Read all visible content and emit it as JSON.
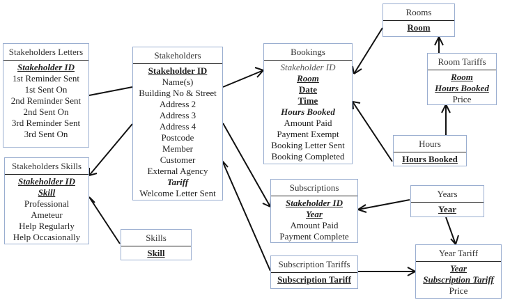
{
  "entities": {
    "stakeholders_letters": {
      "title": "Stakeholders Letters",
      "fields": [
        {
          "text": "Stakeholder ID",
          "style": "pk fk ul"
        },
        {
          "text": "1st Reminder Sent",
          "style": ""
        },
        {
          "text": "1st Sent On",
          "style": ""
        },
        {
          "text": "2nd Reminder Sent",
          "style": ""
        },
        {
          "text": "2nd Sent On",
          "style": ""
        },
        {
          "text": "3rd Reminder Sent",
          "style": ""
        },
        {
          "text": "3rd Sent On",
          "style": ""
        }
      ]
    },
    "stakeholders": {
      "title": "Stakeholders",
      "fields": [
        {
          "text": "Stakeholder ID",
          "style": "pk ul"
        },
        {
          "text": "Name(s)",
          "style": ""
        },
        {
          "text": "Building No & Street",
          "style": ""
        },
        {
          "text": "Address 2",
          "style": ""
        },
        {
          "text": "Address 3",
          "style": ""
        },
        {
          "text": "Address 4",
          "style": ""
        },
        {
          "text": "Postcode",
          "style": ""
        },
        {
          "text": "Member",
          "style": ""
        },
        {
          "text": "Customer",
          "style": ""
        },
        {
          "text": "External Agency",
          "style": ""
        },
        {
          "text": "Tariff",
          "style": "pk fk"
        },
        {
          "text": "Welcome Letter Sent",
          "style": ""
        }
      ]
    },
    "bookings": {
      "title": "Bookings",
      "fields": [
        {
          "text": "Stakeholder ID",
          "style": "fk muted"
        },
        {
          "text": "Room",
          "style": "pk fk ul"
        },
        {
          "text": "Date",
          "style": "pk ul"
        },
        {
          "text": "Time",
          "style": "pk ul"
        },
        {
          "text": "Hours Booked",
          "style": "pk fk"
        },
        {
          "text": "Amount Paid",
          "style": ""
        },
        {
          "text": "Payment Exempt",
          "style": ""
        },
        {
          "text": "Booking Letter Sent",
          "style": ""
        },
        {
          "text": "Booking Completed",
          "style": ""
        }
      ]
    },
    "rooms": {
      "title": "Rooms",
      "fields": [
        {
          "text": "Room",
          "style": "pk ul"
        }
      ]
    },
    "room_tariffs": {
      "title": "Room Tariffs",
      "fields": [
        {
          "text": "Room",
          "style": "pk fk ul"
        },
        {
          "text": "Hours Booked",
          "style": "pk fk ul"
        },
        {
          "text": "Price",
          "style": ""
        }
      ]
    },
    "hours": {
      "title": "Hours",
      "fields": [
        {
          "text": "Hours Booked",
          "style": "pk ul"
        }
      ]
    },
    "stakeholders_skills": {
      "title": "Stakeholders Skills",
      "fields": [
        {
          "text": "Stakeholder ID",
          "style": "pk fk ul"
        },
        {
          "text": "Skill",
          "style": "pk fk ul"
        },
        {
          "text": "Professional",
          "style": ""
        },
        {
          "text": "Ameteur",
          "style": ""
        },
        {
          "text": "Help Regularly",
          "style": ""
        },
        {
          "text": "Help Occasionally",
          "style": ""
        }
      ]
    },
    "skills": {
      "title": "Skills",
      "fields": [
        {
          "text": "Skill",
          "style": "pk ul"
        }
      ]
    },
    "subscriptions": {
      "title": "Subscriptions",
      "fields": [
        {
          "text": "Stakeholder ID",
          "style": "pk fk ul"
        },
        {
          "text": "Year",
          "style": "pk fk ul"
        },
        {
          "text": "Amount Paid",
          "style": ""
        },
        {
          "text": "Payment Complete",
          "style": ""
        }
      ]
    },
    "years": {
      "title": "Years",
      "fields": [
        {
          "text": "Year",
          "style": "pk ul"
        }
      ]
    },
    "subscription_tariffs": {
      "title": "Subscription Tariffs",
      "fields": [
        {
          "text": "Subscription Tariff",
          "style": "pk ul"
        }
      ]
    },
    "year_tariff": {
      "title": "Year Tariff",
      "fields": [
        {
          "text": "Year",
          "style": "pk fk ul"
        },
        {
          "text": "Subscription Tariff",
          "style": "pk fk ul"
        },
        {
          "text": "Price",
          "style": ""
        }
      ]
    }
  }
}
